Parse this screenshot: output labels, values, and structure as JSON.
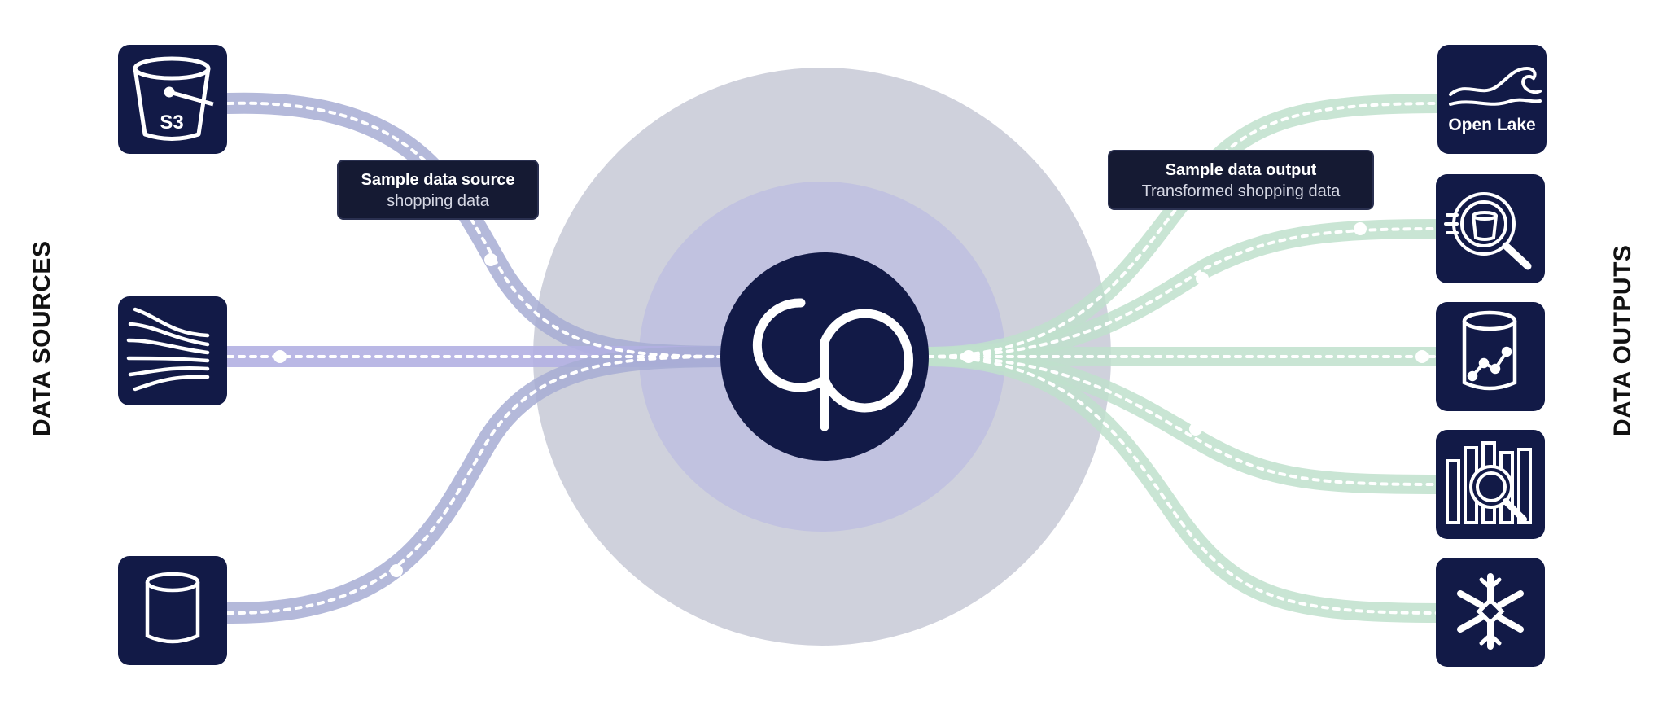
{
  "labels": {
    "sources": "DATA SOURCES",
    "outputs": "DATA OUTPUTS"
  },
  "tooltips": {
    "source": {
      "title": "Sample data source",
      "subtitle": "shopping data"
    },
    "output": {
      "title": "Sample data output",
      "subtitle": "Transformed shopping data"
    }
  },
  "sources": [
    {
      "icon": "s3-bucket-icon",
      "text": "S3"
    },
    {
      "icon": "streaming-icon"
    },
    {
      "icon": "database-icon"
    }
  ],
  "outputs": [
    {
      "icon": "open-lake-icon",
      "text": "Open Lake"
    },
    {
      "icon": "query-search-icon"
    },
    {
      "icon": "analytics-database-icon"
    },
    {
      "icon": "data-exploration-icon"
    },
    {
      "icon": "snowflake-icon"
    }
  ],
  "center": {
    "icon": "phi-logo-icon"
  },
  "colors": {
    "tile": "#121a47",
    "outer_circle": "#cfd1dc",
    "inner_circle": "#c1c2e0",
    "source_path": "#a7add3",
    "source_path_main": "#b2b0e2",
    "output_path": "#bfe0cc",
    "tooltip_bg": "#151a33"
  }
}
